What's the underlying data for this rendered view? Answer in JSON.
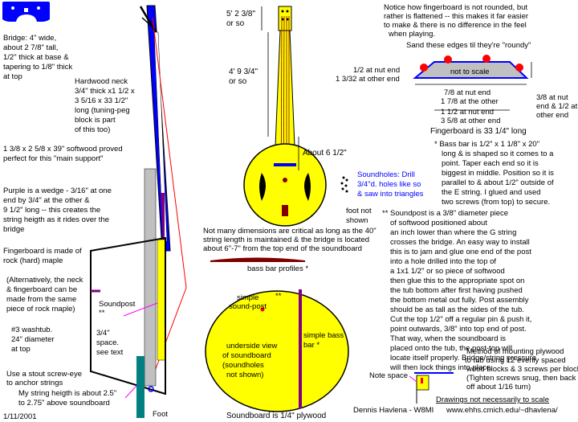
{
  "labels": {
    "bridge": [
      "Bridge: 4\" wide,",
      "about 2 7/8\" tall,",
      "1/2\" thick at base &",
      "tapering to 1/8\" thick",
      "at top"
    ],
    "neck": [
      "Hardwood neck",
      "3/4\" thick x1 1/2 x",
      "3 5/16 x 33 1/2\"",
      "long (tuning-peg",
      "block is part",
      "of this too)"
    ],
    "support": [
      "1 3/8 x 2 5/8 x 39\" softwood proved",
      "perfect for this \"main support\""
    ],
    "wedge": [
      "Purple is a wedge - 3/16\" at one",
      "end by 3/4\" at the other &",
      "9 1/2\" long -- this creates the",
      "string heigth as it rides over the",
      "bridge"
    ],
    "fingerboard_wood": [
      "Fingerboard is made of",
      "rock (hard) maple"
    ],
    "alternative": [
      "(Alternatively, the neck",
      "& fingerboard can be",
      "made from the same",
      "piece of rock maple)"
    ],
    "soundpost_marker": [
      "Soundpost",
      "**"
    ],
    "space": [
      "3/4\"",
      "space.",
      "see text"
    ],
    "tub": [
      "#3 washtub.",
      "24\" diameter",
      "at top"
    ],
    "screw_eye": [
      "Use a stout screw-eye",
      "to anchor strings"
    ],
    "string_height": [
      "My string heigth is about 2.5\"",
      "to 2.75\"  above soundboard"
    ],
    "date": "1/11/2001",
    "foot": "Foot",
    "overall_height": [
      "5' 2 3/8\"",
      "or so"
    ],
    "string_length": [
      "4' 9 3/4\"",
      "or so"
    ],
    "about": "About 6  1/2\"",
    "soundholes_text": [
      "Soundholes: Drill",
      "3/4\"d. holes like so",
      "& saw into triangles"
    ],
    "foot_not_shown": [
      "foot not",
      "shown"
    ],
    "dimensions_note": [
      "Not many dimensions are critical as long as the 40\"",
      "string length is maintained & the bridge is located",
      "about 6\"-7\" from the top end of the soundboard"
    ],
    "bass_bar_profiles": "bass bar profiles  *",
    "simple_soundpost": [
      "simple",
      "sound-post"
    ],
    "stars": "**",
    "underside": [
      "underside  view",
      "of soundboard",
      "(soundholes",
      "not shown)"
    ],
    "underside_word": "underside",
    "bass_bar": [
      "simple bass",
      "bar *"
    ],
    "soundboard_ply": "Soundboard is 1/4\" plywood",
    "fingerboard_note": [
      "Notice how fingerboard is not rounded, but",
      "rather is flattened -- this makes it far easier",
      "to make & there is no difference in the feel",
      "when playing."
    ],
    "sand_edges": "Sand these edges til they're \"roundy\"",
    "not_to_scale": "not to scale",
    "left_dims": [
      "1/2 at nut end",
      "1 3/32 at other end"
    ],
    "dim1": [
      "7/8 at nut end",
      "1 7/8 at the other"
    ],
    "dim2": [
      "1  1/2 at nut end",
      "3 5/8 at other end"
    ],
    "right_dims": [
      "3/8 at nut",
      "end & 1/2 at",
      "other end"
    ],
    "fb_length": "Fingerboard is 33  1/4\" long",
    "bassbar_note": [
      "*  Bass bar is 1/2\" x 1  1/8\" x 20\"",
      "long & is shaped so it comes to a",
      "point. Taper each end so it is",
      "biggest in middle. Position so it is",
      "parallel to & about 1/2\" outside of",
      "the E string. I glued and used",
      "two screws (from top) to secure."
    ],
    "soundpost_note": [
      "**  Soundpost is a 3/8\" diameter piece",
      "of softwood positioned about",
      "an inch lower than where the G string",
      "crosses the bridge. An easy way to install",
      "this is to jam and glue one end of the post",
      "into a hole drilled into the top of",
      "a  1x1 1/2\" or so piece of softwood",
      "then glue this to the appropriate spot on",
      "the tub bottom after first having pushed",
      "the bottom metal out fully.  Post assembly",
      "should be as tall as the sides of the tub.",
      "Cut the top 1/2\" off a regular pin & push it,",
      "point outwards, 3/8\" into top end of post.",
      "That way, when the soundboard is",
      "placed onto the tub, the post-top will",
      "locate itself properly. Bridge/string pressure",
      "will then lock things into place."
    ],
    "mounting": [
      "Method of mounting plywood",
      "to tub using 12 evenly spaced",
      "wood blocks & 3 screws per block",
      "(Tighten screws snug, then back",
      "off about 1/16 turn)"
    ],
    "note_space": "Note space",
    "not_necessarily": "Drawings not necessarily to scale",
    "author": "Dennis Havlena - W8MI",
    "url": "www.ehhs.cmich.edu/~dhavlena/"
  },
  "colors": {
    "blue": "#0000ff",
    "purple": "#800080",
    "yellow": "#ffff00",
    "red": "#ff0000",
    "gray": "#c0c0c0",
    "teal": "#008080",
    "maroon": "#800000",
    "navy": "#000080"
  }
}
